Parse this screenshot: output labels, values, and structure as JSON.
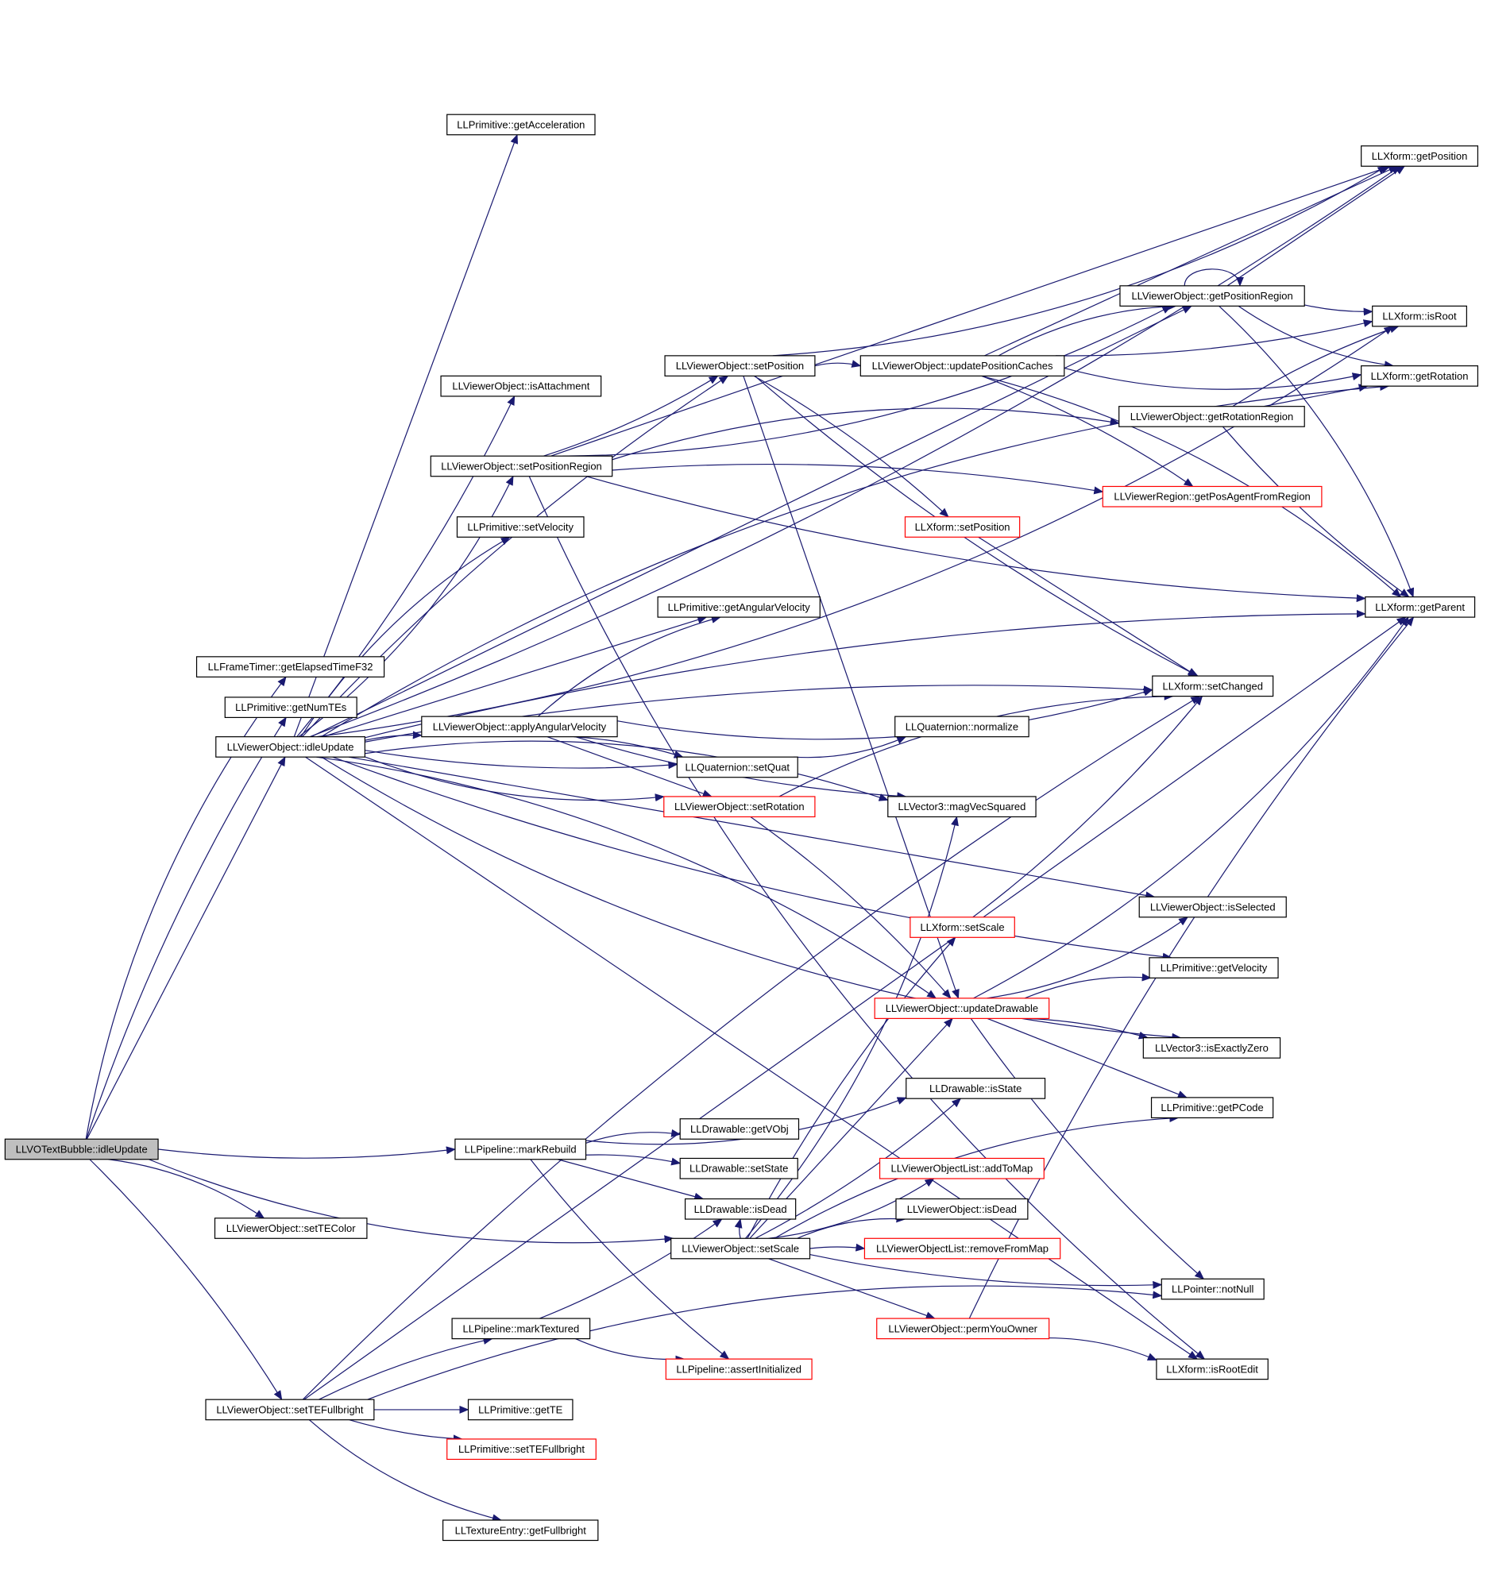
{
  "colors": {
    "edge": "#191970",
    "box_normal": "#000000",
    "box_truncated": "#ff0000",
    "root_fill": "#bfbfbf",
    "text": "#000000"
  },
  "nodes": [
    {
      "id": "n0",
      "label": "LLVOTextBubble::idleUpdate",
      "kind": "root"
    },
    {
      "id": "n1",
      "label": "LLFrameTimer::getElapsedTimeF32",
      "kind": "normal"
    },
    {
      "id": "n2",
      "label": "LLPrimitive::getNumTEs",
      "kind": "normal"
    },
    {
      "id": "n3",
      "label": "LLViewerObject::idleUpdate",
      "kind": "normal"
    },
    {
      "id": "n4",
      "label": "LLPipeline::markRebuild",
      "kind": "normal"
    },
    {
      "id": "n5",
      "label": "LLViewerObject::setScale",
      "kind": "normal"
    },
    {
      "id": "n6",
      "label": "LLViewerObject::setTEColor",
      "kind": "normal"
    },
    {
      "id": "n7",
      "label": "LLViewerObject::setTEFullbright",
      "kind": "normal"
    },
    {
      "id": "n8",
      "label": "LLPrimitive::getAcceleration",
      "kind": "normal"
    },
    {
      "id": "n9",
      "label": "LLViewerObject::isAttachment",
      "kind": "normal"
    },
    {
      "id": "n10",
      "label": "LLViewerObject::setPositionRegion",
      "kind": "normal"
    },
    {
      "id": "n11",
      "label": "LLPrimitive::setVelocity",
      "kind": "normal"
    },
    {
      "id": "n12",
      "label": "LLViewerObject::applyAngularVelocity",
      "kind": "normal"
    },
    {
      "id": "n13",
      "label": "LLPipeline::markTextured",
      "kind": "normal"
    },
    {
      "id": "n14",
      "label": "LLPrimitive::getTE",
      "kind": "normal"
    },
    {
      "id": "n15",
      "label": "LLPrimitive::setTEFullbright",
      "kind": "truncated"
    },
    {
      "id": "n16",
      "label": "LLTextureEntry::getFullbright",
      "kind": "normal"
    },
    {
      "id": "n17",
      "label": "LLViewerObject::setPosition",
      "kind": "normal"
    },
    {
      "id": "n18",
      "label": "LLPrimitive::getAngularVelocity",
      "kind": "normal"
    },
    {
      "id": "n19",
      "label": "LLQuaternion::setQuat",
      "kind": "normal"
    },
    {
      "id": "n20",
      "label": "LLViewerObject::setRotation",
      "kind": "truncated"
    },
    {
      "id": "n21",
      "label": "LLDrawable::getVObj",
      "kind": "normal"
    },
    {
      "id": "n22",
      "label": "LLDrawable::setState",
      "kind": "normal"
    },
    {
      "id": "n23",
      "label": "LLDrawable::isDead",
      "kind": "normal"
    },
    {
      "id": "n24",
      "label": "LLPipeline::assertInitialized",
      "kind": "truncated"
    },
    {
      "id": "n25",
      "label": "LLViewerObject::updatePositionCaches",
      "kind": "normal"
    },
    {
      "id": "n26",
      "label": "LLXform::setPosition",
      "kind": "truncated"
    },
    {
      "id": "n27",
      "label": "LLQuaternion::normalize",
      "kind": "normal"
    },
    {
      "id": "n28",
      "label": "LLVector3::magVecSquared",
      "kind": "normal"
    },
    {
      "id": "n29",
      "label": "LLXform::setScale",
      "kind": "truncated"
    },
    {
      "id": "n30",
      "label": "LLViewerObject::updateDrawable",
      "kind": "truncated"
    },
    {
      "id": "n31",
      "label": "LLDrawable::isState",
      "kind": "normal"
    },
    {
      "id": "n32",
      "label": "LLViewerObjectList::addToMap",
      "kind": "truncated"
    },
    {
      "id": "n33",
      "label": "LLViewerObject::isDead",
      "kind": "normal"
    },
    {
      "id": "n34",
      "label": "LLViewerObjectList::removeFromMap",
      "kind": "truncated"
    },
    {
      "id": "n35",
      "label": "LLViewerObject::permYouOwner",
      "kind": "truncated"
    },
    {
      "id": "n36",
      "label": "LLViewerObject::getPositionRegion",
      "kind": "normal"
    },
    {
      "id": "n37",
      "label": "LLViewerObject::getRotationRegion",
      "kind": "normal"
    },
    {
      "id": "n38",
      "label": "LLViewerRegion::getPosAgentFromRegion",
      "kind": "truncated"
    },
    {
      "id": "n39",
      "label": "LLXform::setChanged",
      "kind": "normal"
    },
    {
      "id": "n40",
      "label": "LLViewerObject::isSelected",
      "kind": "normal"
    },
    {
      "id": "n41",
      "label": "LLPrimitive::getVelocity",
      "kind": "normal"
    },
    {
      "id": "n42",
      "label": "LLVector3::isExactlyZero",
      "kind": "normal"
    },
    {
      "id": "n43",
      "label": "LLPrimitive::getPCode",
      "kind": "normal"
    },
    {
      "id": "n44",
      "label": "LLPointer::notNull",
      "kind": "normal"
    },
    {
      "id": "n45",
      "label": "LLXform::isRootEdit",
      "kind": "normal"
    },
    {
      "id": "n46",
      "label": "LLXform::getPosition",
      "kind": "normal"
    },
    {
      "id": "n47",
      "label": "LLXform::isRoot",
      "kind": "normal"
    },
    {
      "id": "n48",
      "label": "LLXform::getRotation",
      "kind": "normal"
    },
    {
      "id": "n49",
      "label": "LLXform::getParent",
      "kind": "normal"
    }
  ],
  "edges": [
    [
      "n0",
      "n1"
    ],
    [
      "n0",
      "n2"
    ],
    [
      "n0",
      "n3"
    ],
    [
      "n0",
      "n4"
    ],
    [
      "n0",
      "n5"
    ],
    [
      "n0",
      "n6"
    ],
    [
      "n0",
      "n7"
    ],
    [
      "n3",
      "n8"
    ],
    [
      "n3",
      "n9"
    ],
    [
      "n3",
      "n10"
    ],
    [
      "n3",
      "n11"
    ],
    [
      "n3",
      "n12"
    ],
    [
      "n3",
      "n18"
    ],
    [
      "n3",
      "n19"
    ],
    [
      "n3",
      "n20"
    ],
    [
      "n3",
      "n28"
    ],
    [
      "n3",
      "n39"
    ],
    [
      "n3",
      "n40"
    ],
    [
      "n3",
      "n41"
    ],
    [
      "n3",
      "n42"
    ],
    [
      "n3",
      "n30"
    ],
    [
      "n3",
      "n17"
    ],
    [
      "n3",
      "n36"
    ],
    [
      "n3",
      "n46"
    ],
    [
      "n3",
      "n47"
    ],
    [
      "n3",
      "n48"
    ],
    [
      "n3",
      "n49"
    ],
    [
      "n3",
      "n45"
    ],
    [
      "n10",
      "n17"
    ],
    [
      "n10",
      "n36"
    ],
    [
      "n10",
      "n37"
    ],
    [
      "n10",
      "n38"
    ],
    [
      "n10",
      "n46"
    ],
    [
      "n10",
      "n49"
    ],
    [
      "n10",
      "n45"
    ],
    [
      "n12",
      "n18"
    ],
    [
      "n12",
      "n19"
    ],
    [
      "n12",
      "n20"
    ],
    [
      "n12",
      "n28"
    ],
    [
      "n12",
      "n39"
    ],
    [
      "n4",
      "n21"
    ],
    [
      "n4",
      "n22"
    ],
    [
      "n4",
      "n23"
    ],
    [
      "n4",
      "n24"
    ],
    [
      "n4",
      "n31"
    ],
    [
      "n5",
      "n23"
    ],
    [
      "n5",
      "n29"
    ],
    [
      "n5",
      "n30"
    ],
    [
      "n5",
      "n31"
    ],
    [
      "n5",
      "n32"
    ],
    [
      "n5",
      "n33"
    ],
    [
      "n5",
      "n34"
    ],
    [
      "n5",
      "n35"
    ],
    [
      "n5",
      "n44"
    ],
    [
      "n5",
      "n28"
    ],
    [
      "n5",
      "n43"
    ],
    [
      "n7",
      "n13"
    ],
    [
      "n7",
      "n14"
    ],
    [
      "n7",
      "n15"
    ],
    [
      "n7",
      "n16"
    ],
    [
      "n7",
      "n44"
    ],
    [
      "n7",
      "n39"
    ],
    [
      "n7",
      "n49"
    ],
    [
      "n13",
      "n23"
    ],
    [
      "n13",
      "n24"
    ],
    [
      "n17",
      "n25"
    ],
    [
      "n17",
      "n26"
    ],
    [
      "n17",
      "n30"
    ],
    [
      "n17",
      "n39"
    ],
    [
      "n17",
      "n46"
    ],
    [
      "n25",
      "n36"
    ],
    [
      "n25",
      "n38"
    ],
    [
      "n25",
      "n46"
    ],
    [
      "n25",
      "n47"
    ],
    [
      "n25",
      "n48"
    ],
    [
      "n25",
      "n49"
    ],
    [
      "n36",
      "n36"
    ],
    [
      "n36",
      "n46"
    ],
    [
      "n36",
      "n47"
    ],
    [
      "n36",
      "n48"
    ],
    [
      "n36",
      "n49"
    ],
    [
      "n37",
      "n47"
    ],
    [
      "n37",
      "n48"
    ],
    [
      "n37",
      "n49"
    ],
    [
      "n19",
      "n27"
    ],
    [
      "n20",
      "n39"
    ],
    [
      "n20",
      "n30"
    ],
    [
      "n26",
      "n39"
    ],
    [
      "n29",
      "n39"
    ],
    [
      "n30",
      "n40"
    ],
    [
      "n30",
      "n41"
    ],
    [
      "n30",
      "n42"
    ],
    [
      "n30",
      "n43"
    ],
    [
      "n30",
      "n44"
    ],
    [
      "n30",
      "n49"
    ],
    [
      "n35",
      "n45"
    ],
    [
      "n35",
      "n49"
    ]
  ]
}
